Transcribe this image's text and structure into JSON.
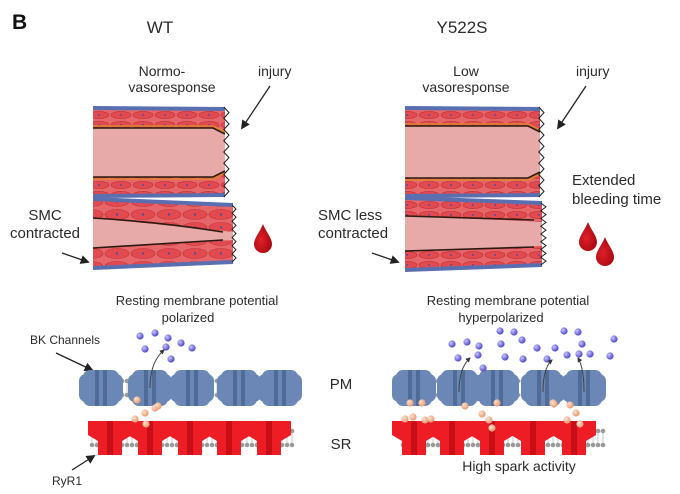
{
  "panel_label": "B",
  "left": {
    "title": "WT",
    "vessel_label": [
      "Normo-",
      "vasoresponse"
    ],
    "injury_label": "injury",
    "smc_label": [
      "SMC",
      "contracted"
    ],
    "membrane_label": [
      "Resting membrane potential",
      "polarized"
    ],
    "bk_label": "BK Channels",
    "ryr_label": "RyR1",
    "blood_drops": 1
  },
  "right": {
    "title": "Y522S",
    "vessel_label": [
      "Low",
      "vasoresponse"
    ],
    "injury_label": "injury",
    "smc_label": [
      "SMC less",
      "contracted"
    ],
    "bleeding_label": [
      "Extended",
      "bleeding time"
    ],
    "membrane_label": [
      "Resting membrane potential",
      "hyperpolarized"
    ],
    "spark_label": "High spark activity",
    "blood_drops": 2
  },
  "membranes": {
    "pm_label": "PM",
    "sr_label": "SR"
  },
  "colors": {
    "lumen": "#e8a9a9",
    "smc": "#e0575a",
    "adventitia": "#5a6fb0",
    "bk_channel": "#6b87b5",
    "ryr_channel": "#ee1c24",
    "k_ion": "#6b63d6",
    "ca_ion": "#f0b08a",
    "blood": "#c8101a",
    "lipid": "#9a9a9a"
  }
}
